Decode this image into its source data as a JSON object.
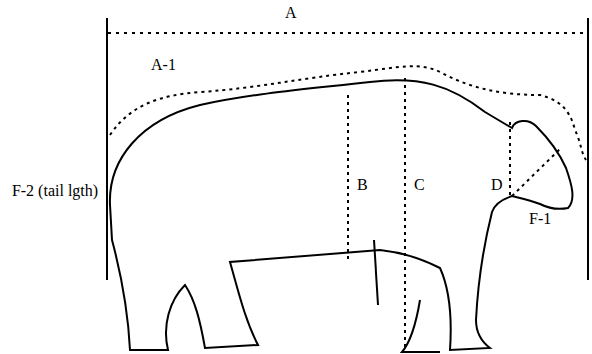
{
  "diagram": {
    "labels": [
      "A",
      "A-1",
      "B",
      "C",
      "D",
      "F-2 (tail lgth)",
      "F-1"
    ]
  }
}
